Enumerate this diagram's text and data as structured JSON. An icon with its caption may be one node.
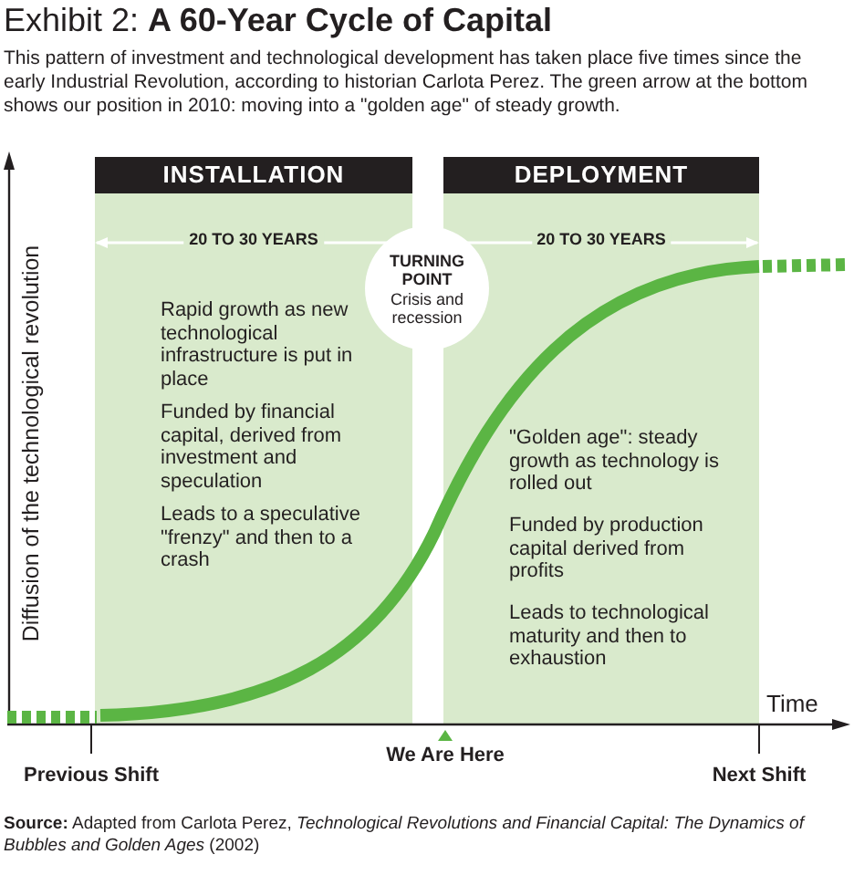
{
  "diagram": {
    "title": "Exhibit 2: **A 60-Year Cycle of Capital**",
    "caption": "This pattern of investment and technological development has taken place five times since the early Industrial Revolution, according to historian Carlota Perez. The green arrow at the bottom shows our position in 2010: moving into a \"golden age\" of steady growth.",
    "nodes": [
      {
        "text": [
          "INSTALLATION",
          "20 TO 30 YEARS",
          "Rapid growth as new technological infrastructure is put in place",
          "Funded by financial capital, derived from investment and speculation",
          "Leads to a speculative \"frenzy\" and then to a crash"
        ]
      },
      {
        "text": [
          "TURNING POINT",
          "Crisis and recession"
        ]
      },
      {
        "text": [
          "DEPLOYMENT",
          "20 TO 30 YEARS",
          "\"Golden age\": steady growth as technology is rolled out",
          "Funded by production capital derived from profits",
          "Leads to technological maturity and then to exhaustion"
        ]
      }
    ],
    "labels": [
      "Diffusion of the technological revolution",
      "Time",
      "Previous Shift",
      "We Are Here",
      "Next Shift",
      "**Source:** Adapted from Carlota Perez, *Technological Revolutions and Financial Capital: The Dynamics of Bubbles and Golden Ages* (2002)"
    ]
  }
}
